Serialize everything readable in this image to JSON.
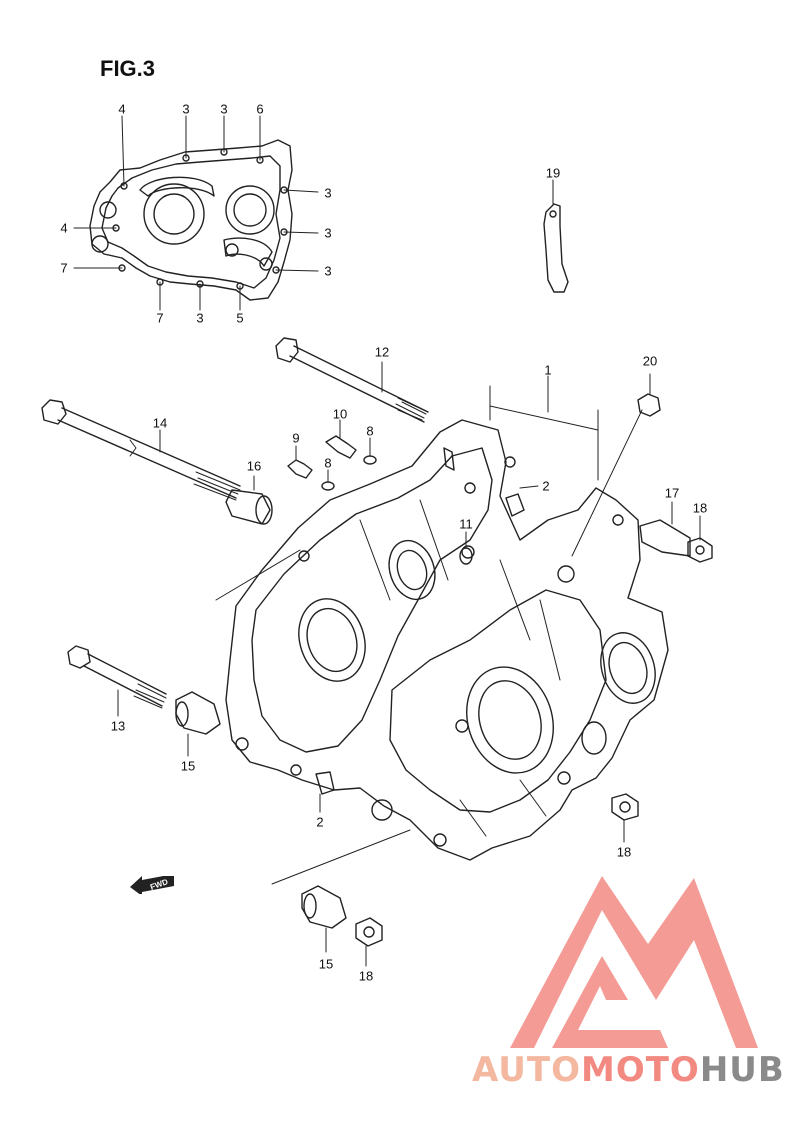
{
  "figure": {
    "title": "FIG.3"
  },
  "fwd_label": "FWD",
  "watermark": {
    "part1": "AUTO",
    "part2": "MOTO",
    "part3": "HUB",
    "color_primary": "#f28a82",
    "color_secondary": "#8a8a8a"
  },
  "gasket_callouts": [
    "4",
    "3",
    "3",
    "6",
    "3",
    "3",
    "3",
    "4",
    "7",
    "7",
    "3",
    "5"
  ],
  "main_callouts": [
    "19",
    "12",
    "1",
    "20",
    "14",
    "10",
    "8",
    "9",
    "8",
    "16",
    "2",
    "11",
    "17",
    "18",
    "13",
    "15",
    "2",
    "18",
    "15",
    "18"
  ]
}
